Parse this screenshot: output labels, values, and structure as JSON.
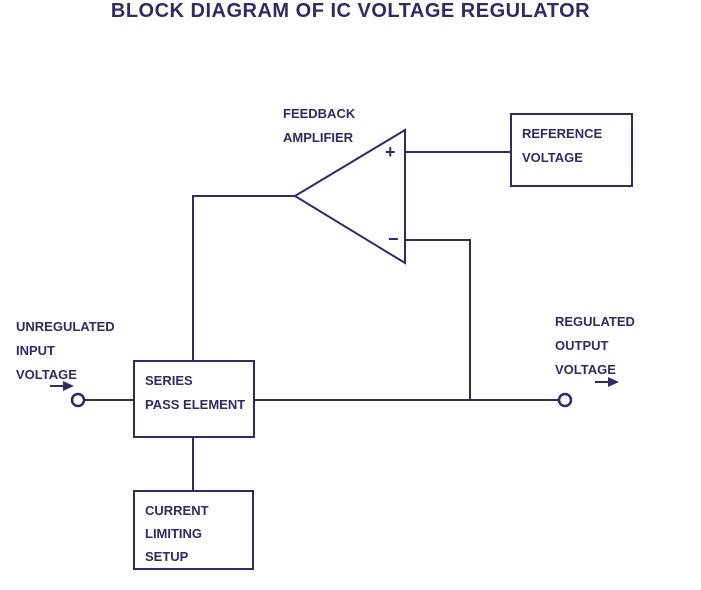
{
  "title": "BLOCK DIAGRAM OF IC VOLTAGE REGULATOR",
  "colors": {
    "ink": "#312a63",
    "background": "#ffffff"
  },
  "amplifier": {
    "label": [
      "FEEDBACK",
      "AMPLIFIER"
    ],
    "plus_sign": "+",
    "minus_sign": "−"
  },
  "boxes": {
    "reference": {
      "lines": [
        "REFERENCE",
        "VOLTAGE"
      ]
    },
    "series_pass": {
      "lines": [
        "SERIES",
        "PASS ELEMENT"
      ]
    },
    "current_limiting": {
      "lines": [
        "CURRENT",
        "LIMITING",
        "SETUP"
      ]
    }
  },
  "labels": {
    "input": [
      "UNREGULATED",
      "INPUT",
      "VOLTAGE"
    ],
    "output": [
      "REGULATED",
      "OUTPUT",
      "VOLTAGE"
    ]
  }
}
